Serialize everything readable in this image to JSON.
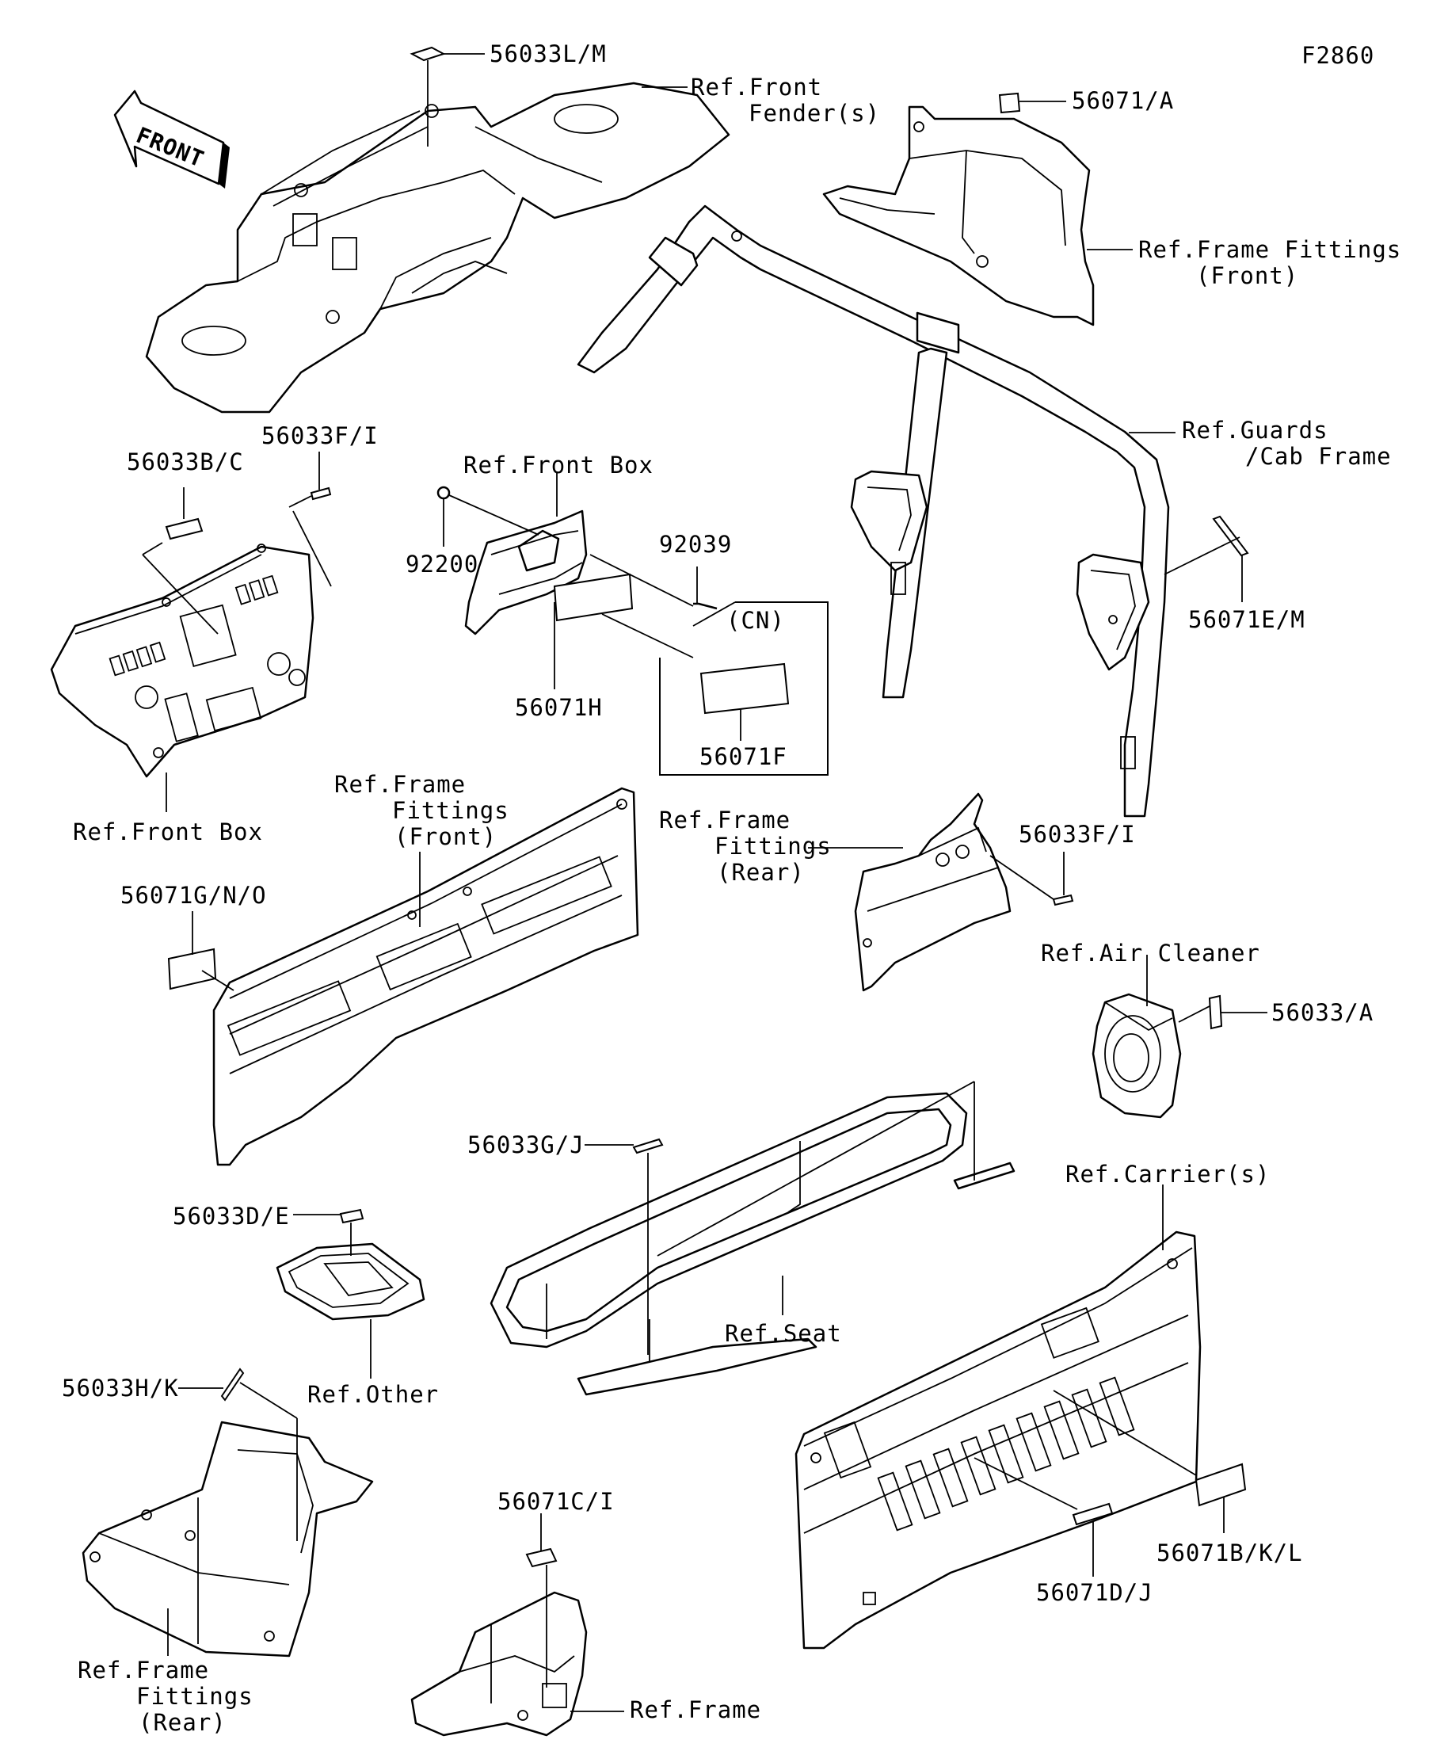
{
  "diagram_code": "F2860",
  "front_arrow_label": "FRONT",
  "labels": {
    "p56033LM": "56033L/M",
    "ref_front_fender_1": "Ref.Front",
    "ref_front_fender_2": "Fender(s)",
    "p56071A": "56071/A",
    "ref_frame_fittings_front_a_1": "Ref.Frame Fittings",
    "ref_frame_fittings_front_a_2": "(Front)",
    "ref_guards_1": "Ref.Guards",
    "ref_guards_2": "/Cab Frame",
    "p56071EM": "56071E/M",
    "p56033BC": "56033B/C",
    "p56033FI_a": "56033F/I",
    "ref_front_box_top": "Ref.Front Box",
    "p92200": "92200",
    "p92039": "92039",
    "cn_box": "(CN)",
    "p56071H": "56071H",
    "p56071F": "56071F",
    "ref_front_box_bottom": "Ref.Front Box",
    "ref_frame_fittings_front_b_1": "Ref.Frame",
    "ref_frame_fittings_front_b_2": "Fittings",
    "ref_frame_fittings_front_b_3": "(Front)",
    "p56071GNO": "56071G/N/O",
    "ref_frame_fittings_rear_a_1": "Ref.Frame",
    "ref_frame_fittings_rear_a_2": "Fittings",
    "ref_frame_fittings_rear_a_3": "(Rear)",
    "p56033FI_b": "56033F/I",
    "ref_air_cleaner": "Ref.Air Cleaner",
    "p56033A": "56033/A",
    "p56033GJ": "56033G/J",
    "ref_carriers": "Ref.Carrier(s)",
    "p56033DE": "56033D/E",
    "ref_seat": "Ref.Seat",
    "ref_other": "Ref.Other",
    "p56033HK": "56033H/K",
    "p56071CI": "56071C/I",
    "p56071BKL": "56071B/K/L",
    "p56071DJ": "56071D/J",
    "ref_frame_fittings_rear_b_1": "Ref.Frame",
    "ref_frame_fittings_rear_b_2": "Fittings",
    "ref_frame_fittings_rear_b_3": "(Rear)",
    "ref_frame": "Ref.Frame"
  }
}
